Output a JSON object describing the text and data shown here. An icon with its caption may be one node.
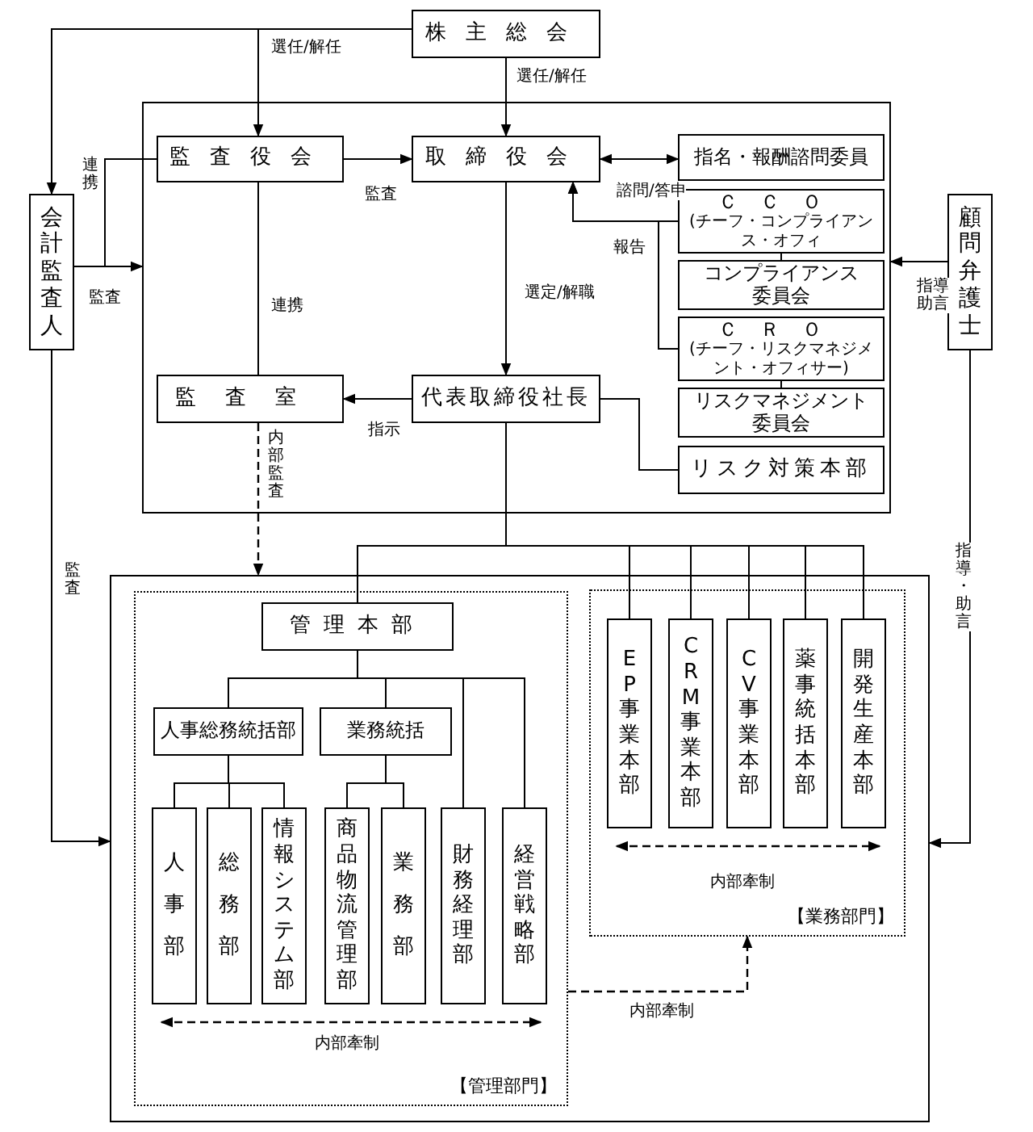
{
  "diagram": {
    "nodes": [
      {
        "text": [
          "株主総会"
        ]
      },
      {
        "text": [],
        "shape": "box"
      },
      {
        "text": [
          "監査役会"
        ],
        "in": 1
      },
      {
        "text": [
          "取締役会"
        ],
        "in": 1
      },
      {
        "text": [
          "指名・報酬諮問委員"
        ],
        "in": 1
      },
      {
        "text": [
          "ＣＣＯ",
          "(チーフ・コンプライアンス・オフィ"
        ],
        "in": 1
      },
      {
        "text": [
          "コンプライアンス委員会"
        ],
        "in": 1
      },
      {
        "text": [
          "ＣＲＯ",
          "(チーフ・リスクマネジメント・オフィサー)"
        ],
        "in": 1
      },
      {
        "text": [
          "リスクマネジメント委員会"
        ],
        "in": 1
      },
      {
        "text": [
          "監査室"
        ],
        "in": 1
      },
      {
        "text": [
          "代表取締役社長"
        ],
        "in": 1
      },
      {
        "text": [
          "リスク対策本部"
        ],
        "in": 1
      },
      {
        "text": [
          "会計監査人"
        ]
      },
      {
        "text": [
          "顧問弁護士"
        ]
      },
      {
        "text": [],
        "shape": "box"
      },
      {
        "text": [
          "【管理部門】"
        ],
        "in": 14
      },
      {
        "text": [
          "管理本部"
        ],
        "in": 15
      },
      {
        "text": [
          "人事総務統括部"
        ],
        "in": 15
      },
      {
        "text": [
          "業務統括"
        ],
        "in": 15
      },
      {
        "text": [
          "人事部"
        ],
        "in": 15
      },
      {
        "text": [
          "総務部"
        ],
        "in": 15
      },
      {
        "text": [
          "情報システム部"
        ],
        "in": 15
      },
      {
        "text": [
          "商品物流管理部"
        ],
        "in": 15
      },
      {
        "text": [
          "業務部"
        ],
        "in": 15
      },
      {
        "text": [
          "財務経理部"
        ],
        "in": 15
      },
      {
        "text": [
          "経営戦略部"
        ],
        "in": 15
      },
      {
        "text": [
          "【業務部門】"
        ],
        "in": 14
      },
      {
        "text": [
          "EP事業本部"
        ],
        "in": 26
      },
      {
        "text": [
          "CRM事業本部"
        ],
        "in": 26
      },
      {
        "text": [
          "CV事業本部"
        ],
        "in": 26
      },
      {
        "text": [
          "薬事統括本部"
        ],
        "in": 26
      },
      {
        "text": [
          "開発生産本部"
        ],
        "in": 26
      }
    ],
    "edges": [
      {
        "from": 0,
        "to": 2,
        "arrow": "to",
        "label": "選任/解任"
      },
      {
        "from": 0,
        "to": 12,
        "arrow": "to"
      },
      {
        "from": 0,
        "to": 3,
        "arrow": "to",
        "label": "選任/解任"
      },
      {
        "from": 2,
        "to": 3,
        "arrow": "to",
        "label": "監査"
      },
      {
        "from": 3,
        "to": 4,
        "arrow": "both",
        "label": "諮問/答申"
      },
      {
        "from": 5,
        "to": 3,
        "arrow": "to",
        "label": "報告"
      },
      {
        "from": 7,
        "to": 3,
        "arrow": "to"
      },
      {
        "from": 5,
        "to": 6,
        "arrow": "none"
      },
      {
        "from": 7,
        "to": 8,
        "arrow": "none"
      },
      {
        "from": 3,
        "to": 10,
        "arrow": "to",
        "label": "選定/解職"
      },
      {
        "from": 2,
        "to": 9,
        "arrow": "none",
        "label": "連携"
      },
      {
        "from": 10,
        "to": 9,
        "arrow": "to",
        "label": "指示"
      },
      {
        "from": 10,
        "to": 11,
        "arrow": "none"
      },
      {
        "from": 12,
        "to": 2,
        "arrow": "none",
        "label": "連携"
      },
      {
        "from": 12,
        "to": 1,
        "arrow": "to",
        "label": "監査"
      },
      {
        "from": 12,
        "to": 14,
        "arrow": "to",
        "label": "監査"
      },
      {
        "from": 13,
        "to": 1,
        "arrow": "to",
        "label": "指導助言"
      },
      {
        "from": 13,
        "to": 14,
        "arrow": "to",
        "label": "指導・助言"
      },
      {
        "from": 9,
        "to": 14,
        "arrow": "to",
        "label": "内部監査",
        "style": "dashed"
      },
      {
        "from": 10,
        "to": 16,
        "arrow": "none"
      },
      {
        "from": 10,
        "to": 27,
        "arrow": "none"
      },
      {
        "from": 10,
        "to": 28,
        "arrow": "none"
      },
      {
        "from": 10,
        "to": 29,
        "arrow": "none"
      },
      {
        "from": 10,
        "to": 30,
        "arrow": "none"
      },
      {
        "from": 10,
        "to": 31,
        "arrow": "none"
      },
      {
        "from": 16,
        "to": 17,
        "arrow": "none"
      },
      {
        "from": 16,
        "to": 18,
        "arrow": "none"
      },
      {
        "from": 16,
        "to": 24,
        "arrow": "none"
      },
      {
        "from": 16,
        "to": 25,
        "arrow": "none"
      },
      {
        "from": 17,
        "to": 19,
        "arrow": "none"
      },
      {
        "from": 17,
        "to": 20,
        "arrow": "none"
      },
      {
        "from": 17,
        "to": 21,
        "arrow": "none"
      },
      {
        "from": 18,
        "to": 22,
        "arrow": "none"
      },
      {
        "from": 18,
        "to": 23,
        "arrow": "none"
      },
      {
        "from": 15,
        "to": 26,
        "arrow": "to",
        "label": "内部牽制",
        "style": "dashed"
      },
      {
        "from": 19,
        "to": 25,
        "arrow": "both",
        "label": "内部牽制",
        "style": "dashed"
      },
      {
        "from": 27,
        "to": 31,
        "arrow": "both",
        "label": "内部牽制",
        "style": "dashed"
      }
    ]
  }
}
